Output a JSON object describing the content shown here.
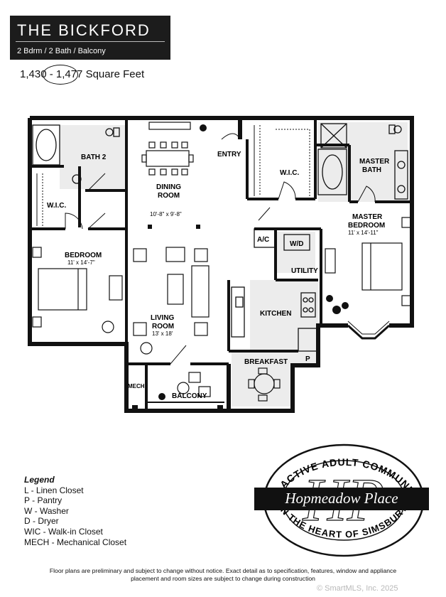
{
  "header": {
    "title": "THE BICKFORD",
    "subtitle": "2 Bdrm / 2 Bath / Balcony",
    "square_feet": "1,430 - 1,477 Square Feet"
  },
  "rooms": {
    "bath2": "BATH 2",
    "wic_left": "W.I.C.",
    "bedroom": "BEDROOM",
    "bedroom_dim": "11' x 14'-7\"",
    "dining_line1": "DINING",
    "dining_line2": "ROOM",
    "dining_dim": "10'-8\" x 9'-8\"",
    "living_line1": "LIVING",
    "living_line2": "ROOM",
    "living_dim": "13' x 18'",
    "entry": "ENTRY",
    "wic_center": "W.I.C.",
    "master_bath_line1": "MASTER",
    "master_bath_line2": "BATH",
    "master_bed_line1": "MASTER",
    "master_bed_line2": "BEDROOM",
    "master_bed_dim": "11' x 14'-11\"",
    "ac": "A/C",
    "wd": "W/D",
    "utility": "UTILITY",
    "kitchen": "KITCHEN",
    "pantry": "P",
    "breakfast": "BREAKFAST",
    "mech": "MECH",
    "balcony": "BALCONY"
  },
  "legend": {
    "title": "Legend",
    "items": [
      "L - Linen Closet",
      "P - Pantry",
      "W - Washer",
      "D - Dryer",
      "WIC - Walk-in Closet",
      "MECH - Mechanical Closet"
    ]
  },
  "logo": {
    "arc_top": "AN ACTIVE ADULT COMMUNITY",
    "name": "Hopmeadow Place",
    "arc_bottom": "IN THE HEART OF SIMSBURY",
    "monogram": "HP"
  },
  "disclaimer": {
    "line1": "Floor plans are preliminary and subject to change without notice. Exact detail as to specification, features, window and appliance",
    "line2": "placement and room sizes are subject to change during construction"
  },
  "watermark": "© SmartMLS, Inc. 2025",
  "colors": {
    "banner": "#1c1c1c",
    "ink": "#111111",
    "watermark": "#b8b8b8"
  }
}
